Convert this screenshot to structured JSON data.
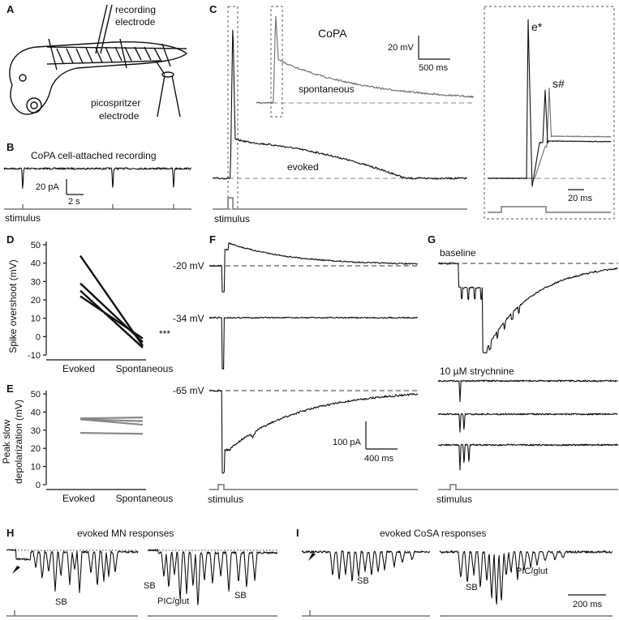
{
  "panels": {
    "A": {
      "letter": "A",
      "recording_electrode": [
        "recording",
        "electrode"
      ],
      "picospritzer_electrode": [
        "picospritzer",
        "electrode"
      ]
    },
    "B": {
      "letter": "B",
      "title": "CoPA cell-attached recording",
      "scale_y": "20 pA",
      "scale_x": "2 s",
      "stimulus": "stimulus"
    },
    "C": {
      "letter": "C",
      "cell": "CoPA",
      "scale_y": "20 mV",
      "scale_x": "500 ms",
      "spontaneous": "spontaneous",
      "evoked": "evoked",
      "stimulus": "stimulus",
      "inset_e": "e*",
      "inset_s": "s#",
      "inset_scale_x": "20 ms"
    },
    "D": {
      "letter": "D",
      "ylabel": "Spike overshoot (mV)",
      "significance": "***"
    },
    "E": {
      "letter": "E",
      "ylabel_line1": "Peak slow",
      "ylabel_line2": "depolarization (mV)"
    },
    "F": {
      "letter": "F",
      "v1": "-20 mV",
      "v2": "-34 mV",
      "v3": "-65 mV",
      "scale_y": "100 pA",
      "scale_x": "400 ms",
      "stimulus": "stimulus"
    },
    "G": {
      "letter": "G",
      "baseline": "baseline",
      "drug": "10 µM strychnine",
      "stimulus": "stimulus"
    },
    "H": {
      "letter": "H",
      "title": "evoked MN responses",
      "sb1": "SB",
      "sb2": "SB",
      "sb3": "SB",
      "pic": "PIC/glut"
    },
    "I": {
      "letter": "I",
      "title": "evoked CoSA responses",
      "sb1": "SB",
      "sb2": "SB",
      "pic": "PIC/glut",
      "scale_x": "200 ms"
    }
  },
  "chart_data": [
    {
      "panel": "D",
      "type": "line",
      "categories": [
        "Evoked",
        "Spontaneous"
      ],
      "ylim": [
        -10,
        50
      ],
      "yticks": [
        -10,
        0,
        10,
        20,
        30,
        40,
        50
      ],
      "ylabel": "Spike overshoot (mV)",
      "series": [
        {
          "values": [
            44,
            -5
          ]
        },
        {
          "values": [
            29,
            -3
          ]
        },
        {
          "values": [
            25,
            -6
          ]
        },
        {
          "values": [
            22,
            -1
          ]
        }
      ],
      "annotation": "***"
    },
    {
      "panel": "E",
      "type": "line",
      "categories": [
        "Evoked",
        "Spontaneous"
      ],
      "ylim": [
        0,
        50
      ],
      "yticks": [
        0,
        10,
        20,
        30,
        40,
        50
      ],
      "ylabel": "Peak slow depolarization (mV)",
      "series": [
        {
          "values": [
            36.5,
            37
          ]
        },
        {
          "values": [
            36,
            35
          ]
        },
        {
          "values": [
            36,
            33
          ]
        },
        {
          "values": [
            28.5,
            28
          ]
        }
      ]
    }
  ]
}
